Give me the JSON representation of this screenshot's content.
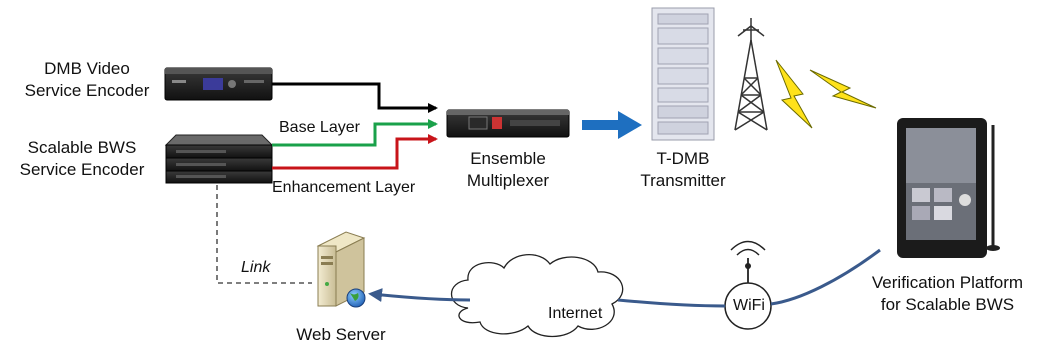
{
  "nodes": {
    "dmb_encoder": {
      "line1": "DMB Video",
      "line2": "Service Encoder"
    },
    "bws_encoder": {
      "line1": "Scalable BWS",
      "line2": "Service Encoder"
    },
    "multiplexer": {
      "line1": "Ensemble",
      "line2": "Multiplexer"
    },
    "transmitter": {
      "line1": "T-DMB",
      "line2": "Transmitter"
    },
    "platform": {
      "line1": "Verification Platform",
      "line2": "for Scalable BWS"
    },
    "web_server": {
      "label": "Web Server"
    },
    "internet": {
      "label": "Internet"
    },
    "wifi": {
      "label": "WiFi"
    }
  },
  "edges": {
    "base_layer": {
      "label": "Base Layer",
      "color": "#1aa14a"
    },
    "enhancement_layer": {
      "label": "Enhancement Layer",
      "color": "#c8141a"
    },
    "dmb_stream": {
      "color": "#000000"
    },
    "link": {
      "label": "Link"
    },
    "mux_to_tx": {
      "color": "#1e6fc0"
    },
    "network_curve": {
      "color": "#3a5a8c"
    }
  }
}
